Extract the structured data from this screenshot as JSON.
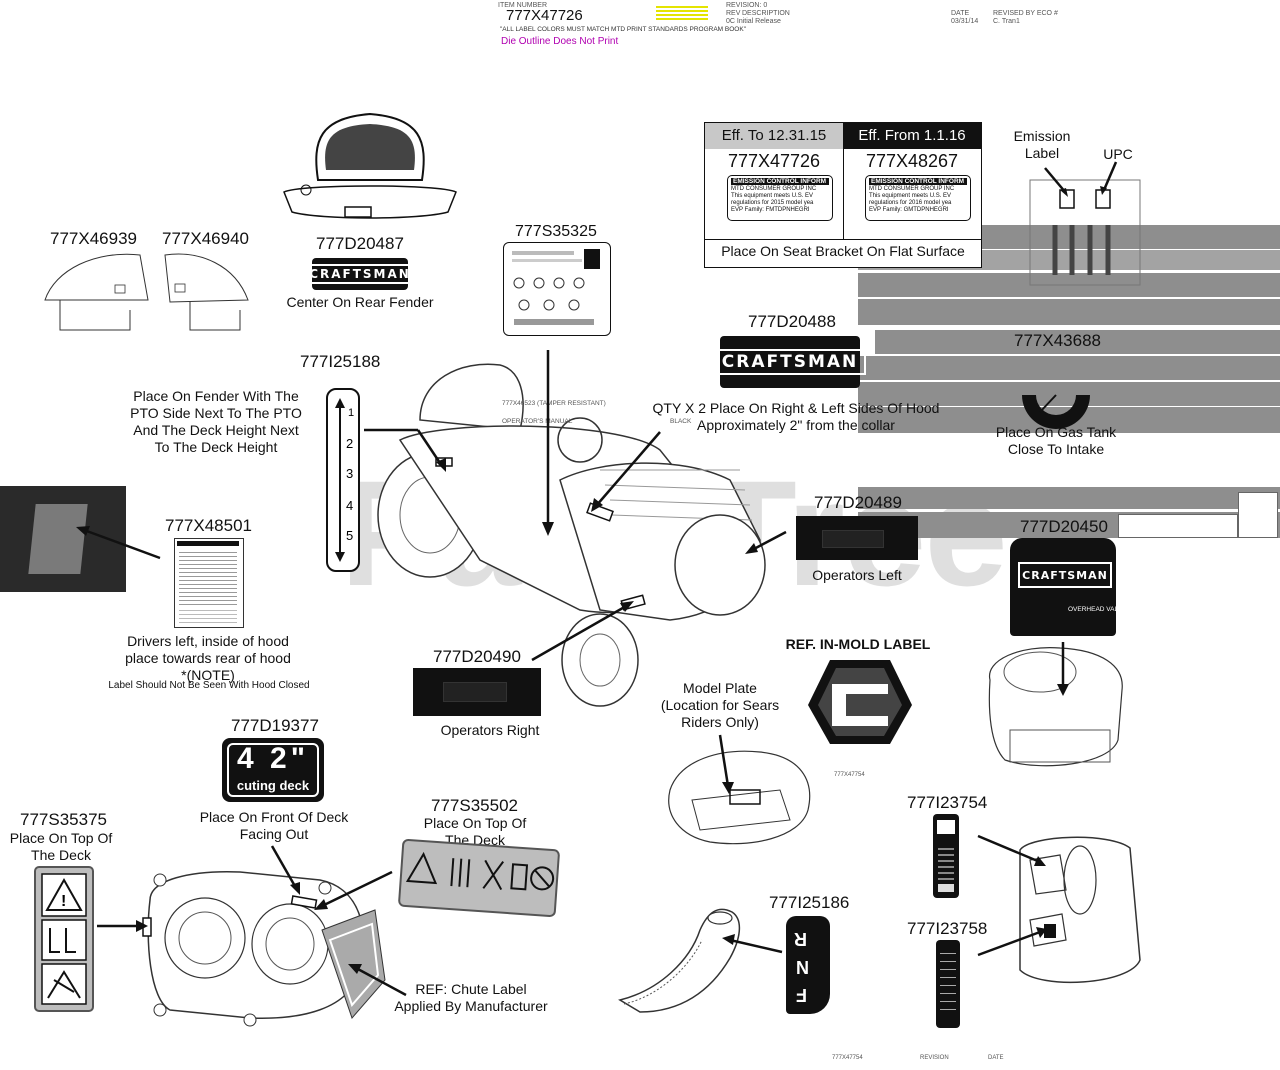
{
  "header": {
    "part_number": "777X47726",
    "note": "\"ALL LABEL COLORS MUST MATCH MTD PRINT STANDARDS PROGRAM BOOK\"",
    "die_outline": "Die Outline Does Not Print",
    "revision_label": "REVISION: 0",
    "rev_col": "REV",
    "desc_col": "DESCRIPTION",
    "rev_row": "0C    Initial Release",
    "date_col": "DATE",
    "date_val": "03/31/14",
    "revised_col": "REVISED BY  ECO #",
    "revised_val": "C. Tran1"
  },
  "watermark": {
    "text": "PartsTree",
    "tm": "™"
  },
  "parts": {
    "p777X46939": "777X46939",
    "p777X46940": "777X46940",
    "p777D20487": "777D20487",
    "p777S35325": "777S35325",
    "p777D20488": "777D20488",
    "p777X43688": "777X43688",
    "p777I25188": "777I25188",
    "p777X48501": "777X48501",
    "p777D20489": "777D20489",
    "p777D20450": "777D20450",
    "p777D20490": "777D20490",
    "p777D19377": "777D19377",
    "p777S35375": "777S35375",
    "p777S35502": "777S35502",
    "p777I23754": "777I23754",
    "p777I25186": "777I25186",
    "p777I23758": "777I23758"
  },
  "brand": {
    "craftsman": "CRAFTSMAN",
    "overhead": "OVERHEAD VAL"
  },
  "captions": {
    "center_rear_fender": "Center On Rear Fender",
    "pto_fender": "Place On Fender With The\nPTO Side Next To The PTO\nAnd The Deck Height Next\nTo The Deck Height",
    "qty_hood": "QTY X 2 Place On Right & Left Sides Of Hood\nApproximately 2\" from the collar",
    "gas_tank": "Place On Gas Tank\nClose To Intake",
    "operators_left": "Operators Left",
    "operators_right": "Operators Right",
    "drivers_left": "Drivers left, inside of hood\nplace towards rear of hood\n*(NOTE)",
    "not_seen": "Label Should Not Be Seen With Hood Closed",
    "ref_inmold": "REF. IN-MOLD LABEL",
    "model_plate": "Model Plate\n(Location for Sears\nRiders Only)",
    "front_deck": "Place On Front Of Deck\nFacing Out",
    "top_deck_1": "Place On Top Of\nThe Deck",
    "top_deck_2": "Place On Top Of\nThe Deck",
    "chute": "REF: Chute Label\nApplied By Manufacturer",
    "emission_label": "Emission\nLabel",
    "upc": "UPC",
    "deck_42": "4 2\"",
    "cutting_deck": "cuting deck"
  },
  "emission_table": {
    "col1_header": "Eff. To 12.31.15",
    "col2_header": "Eff. From 1.1.16",
    "col1_part": "777X47726",
    "col2_part": "777X48267",
    "label_title": "EMISSION CONTROL INFORM",
    "col1_lines": [
      "MTD CONSUMER GROUP INC",
      "This equipment meets U.S. EV",
      "regulations for 2015 model yea",
      "EVP Family: FMTDPNHEGRI"
    ],
    "col2_lines": [
      "MTD CONSUMER GROUP INC",
      "This equipment meets U.S. EV",
      "regulations for 2016 model yea",
      "EVP Family: GMTDPNHEGRI"
    ],
    "footer": "Place On Seat Bracket On Flat Surface"
  },
  "tractor_text": {
    "line1": "777X46523 (TAMPER RESISTANT)",
    "line2": "OPERATOR'S MANUAL",
    "black": "BLACK"
  },
  "colors": {
    "ink": "#111111",
    "band": "#8e8e8e",
    "magenta": "#b000b0",
    "yellow": "#d6d600",
    "label_gray": "#bdbdbd"
  }
}
